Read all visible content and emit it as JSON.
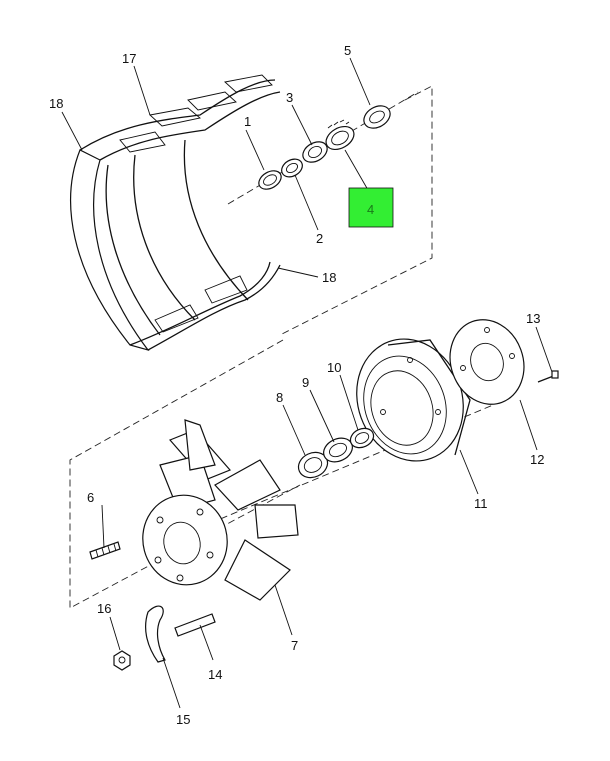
{
  "callouts": [
    {
      "id": "c1",
      "text": "1"
    },
    {
      "id": "c2",
      "text": "2"
    },
    {
      "id": "c3",
      "text": "3"
    },
    {
      "id": "c4",
      "text": "4"
    },
    {
      "id": "c5",
      "text": "5"
    },
    {
      "id": "c6",
      "text": "6"
    },
    {
      "id": "c7",
      "text": "7"
    },
    {
      "id": "c8",
      "text": "8"
    },
    {
      "id": "c9",
      "text": "9"
    },
    {
      "id": "c10",
      "text": "10"
    },
    {
      "id": "c11",
      "text": "11"
    },
    {
      "id": "c12",
      "text": "12"
    },
    {
      "id": "c13",
      "text": "13"
    },
    {
      "id": "c14",
      "text": "14"
    },
    {
      "id": "c15",
      "text": "15"
    },
    {
      "id": "c16",
      "text": "16"
    },
    {
      "id": "c17",
      "text": "17"
    },
    {
      "id": "c18a",
      "text": "18"
    },
    {
      "id": "c18b",
      "text": "18"
    }
  ],
  "highlight": {
    "part": "4",
    "color": "#33ee33"
  },
  "colors": {
    "line": "#111111",
    "background": "#ffffff"
  }
}
